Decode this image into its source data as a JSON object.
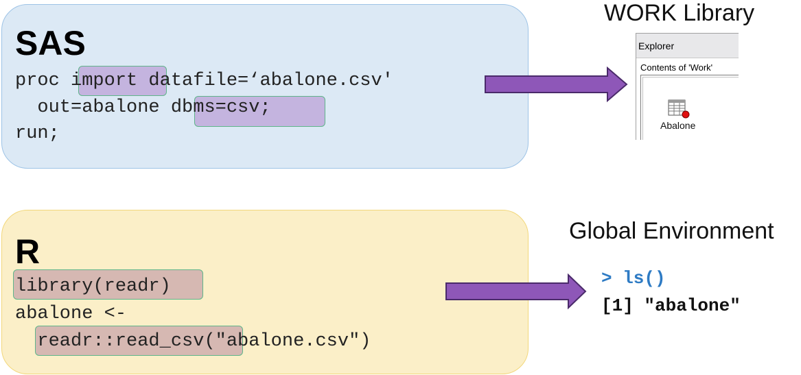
{
  "sas": {
    "title": "SAS",
    "line1": {
      "pre": "proc ",
      "hl": "import",
      "post": " datafile=‘abalone.csv'"
    },
    "line2": {
      "pre": "  out=abalone ",
      "hl": "dbms=csv;"
    },
    "line3": "run;"
  },
  "r": {
    "title": "R",
    "line1": {
      "hl": "library(readr)"
    },
    "line2": "abalone <-",
    "line3": {
      "pre": "  ",
      "hl": "readr::read_csv",
      "post": "(\"abalone.csv\")"
    }
  },
  "work": {
    "heading": "WORK Library",
    "explorer_title": "Explorer",
    "contents_label": "Contents of 'Work'",
    "table_label": "Abalone"
  },
  "global": {
    "heading": "Global Environment",
    "prompt": "> ls()",
    "output": "[1] \"abalone\""
  },
  "colors": {
    "sas_panel": "#dce9f5",
    "r_panel": "#fbefc8",
    "arrow": "#8e57b8",
    "prompt": "#2e7bc4"
  }
}
